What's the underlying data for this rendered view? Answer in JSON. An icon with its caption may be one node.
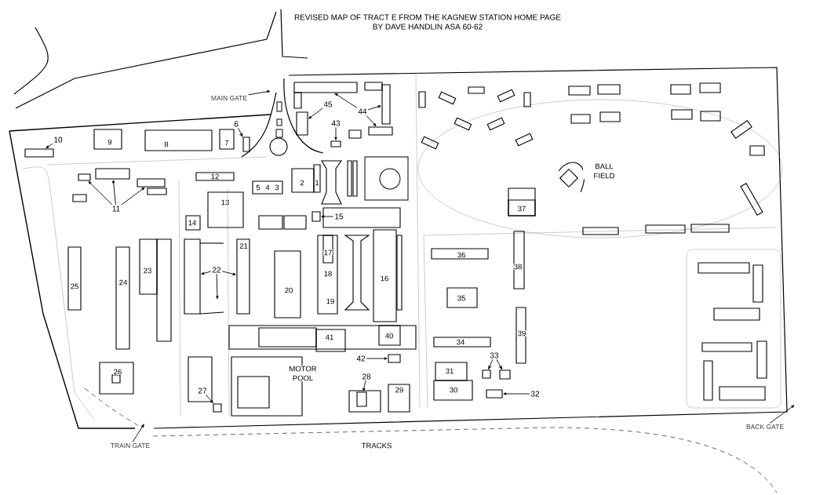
{
  "diagram": {
    "title": "REVISED MAP OF TRACT E FROM THE KAGNEW STATION HOME PAGE BY DAVE HANDLIN ASA 60-62",
    "nodes": [
      {
        "text": [
          "MAIN GATE"
        ]
      },
      {
        "text": [
          "6"
        ]
      },
      {
        "text": [
          "10"
        ]
      },
      {
        "text": [
          "11"
        ]
      },
      {
        "text": [
          "45"
        ]
      },
      {
        "text": [
          "43"
        ]
      },
      {
        "text": [
          "44"
        ]
      },
      {
        "text": [
          "15"
        ]
      },
      {
        "text": [
          "22"
        ]
      },
      {
        "text": [
          "42"
        ]
      },
      {
        "text": [
          "28"
        ]
      },
      {
        "text": [
          "33"
        ]
      },
      {
        "text": [
          "27"
        ]
      },
      {
        "text": [
          "32"
        ]
      },
      {
        "text": [
          "TRAIN GATE"
        ]
      },
      {
        "text": [
          "BACK GATE"
        ]
      },
      {
        "text": [],
        "shape": "box"
      },
      {
        "text": [],
        "shape": "box"
      },
      {
        "text": [],
        "shape": "box"
      },
      {
        "text": [],
        "shape": "box"
      },
      {
        "text": [],
        "shape": "box"
      },
      {
        "text": [],
        "shape": "box"
      },
      {
        "text": [],
        "shape": "box"
      },
      {
        "text": [],
        "shape": "box"
      },
      {
        "text": [],
        "shape": "box"
      },
      {
        "text": [],
        "shape": "box"
      },
      {
        "text": [],
        "shape": "box"
      },
      {
        "text": [],
        "shape": "box"
      },
      {
        "text": [
          "21"
        ]
      },
      {
        "text": [],
        "shape": "box"
      },
      {
        "text": [],
        "shape": "box"
      },
      {
        "text": [],
        "shape": "box"
      },
      {
        "text": [],
        "shape": "box"
      },
      {
        "text": [],
        "shape": "box"
      },
      {
        "text": [],
        "shape": "box"
      }
    ],
    "edges": [
      {
        "from": 0,
        "to": null,
        "arrow": "to"
      },
      {
        "from": 1,
        "to": 16,
        "arrow": "to"
      },
      {
        "from": 2,
        "to": 17,
        "arrow": "to"
      },
      {
        "from": 3,
        "to": 18,
        "arrow": "to"
      },
      {
        "from": 3,
        "to": 19,
        "arrow": "to"
      },
      {
        "from": 3,
        "to": 20,
        "arrow": "to"
      },
      {
        "from": 4,
        "to": 21,
        "arrow": "to"
      },
      {
        "from": 5,
        "to": 22,
        "arrow": "to"
      },
      {
        "from": 6,
        "to": 23,
        "arrow": "to"
      },
      {
        "from": 6,
        "to": 24,
        "arrow": "to"
      },
      {
        "from": 6,
        "to": 25,
        "arrow": "to"
      },
      {
        "from": 7,
        "to": 26,
        "arrow": "to"
      },
      {
        "from": 8,
        "to": 27,
        "arrow": "to"
      },
      {
        "from": 8,
        "to": null,
        "arrow": "to"
      },
      {
        "from": 8,
        "to": 28,
        "arrow": "to"
      },
      {
        "from": 9,
        "to": 29,
        "arrow": "to"
      },
      {
        "from": 10,
        "to": 30,
        "arrow": "to"
      },
      {
        "from": 11,
        "to": 31,
        "arrow": "to"
      },
      {
        "from": 11,
        "to": 32,
        "arrow": "to"
      },
      {
        "from": 12,
        "to": 33,
        "arrow": "to"
      },
      {
        "from": 13,
        "to": 34,
        "arrow": "to"
      },
      {
        "from": 14,
        "to": null,
        "arrow": "to"
      },
      {
        "from": 15,
        "to": null,
        "arrow": "to"
      }
    ],
    "labels": [
      "9",
      "8",
      "7",
      "BALL FIELD",
      "12",
      "5",
      "4",
      "3",
      "2",
      "1",
      "13",
      "37",
      "14",
      "23",
      "24",
      "25",
      "17",
      "18",
      "19",
      "16",
      "20",
      "36",
      "38",
      "35",
      "41",
      "40",
      "39",
      "34",
      "26",
      "MOTOR POOL",
      "31",
      "29",
      "30",
      "TRACKS"
    ]
  }
}
